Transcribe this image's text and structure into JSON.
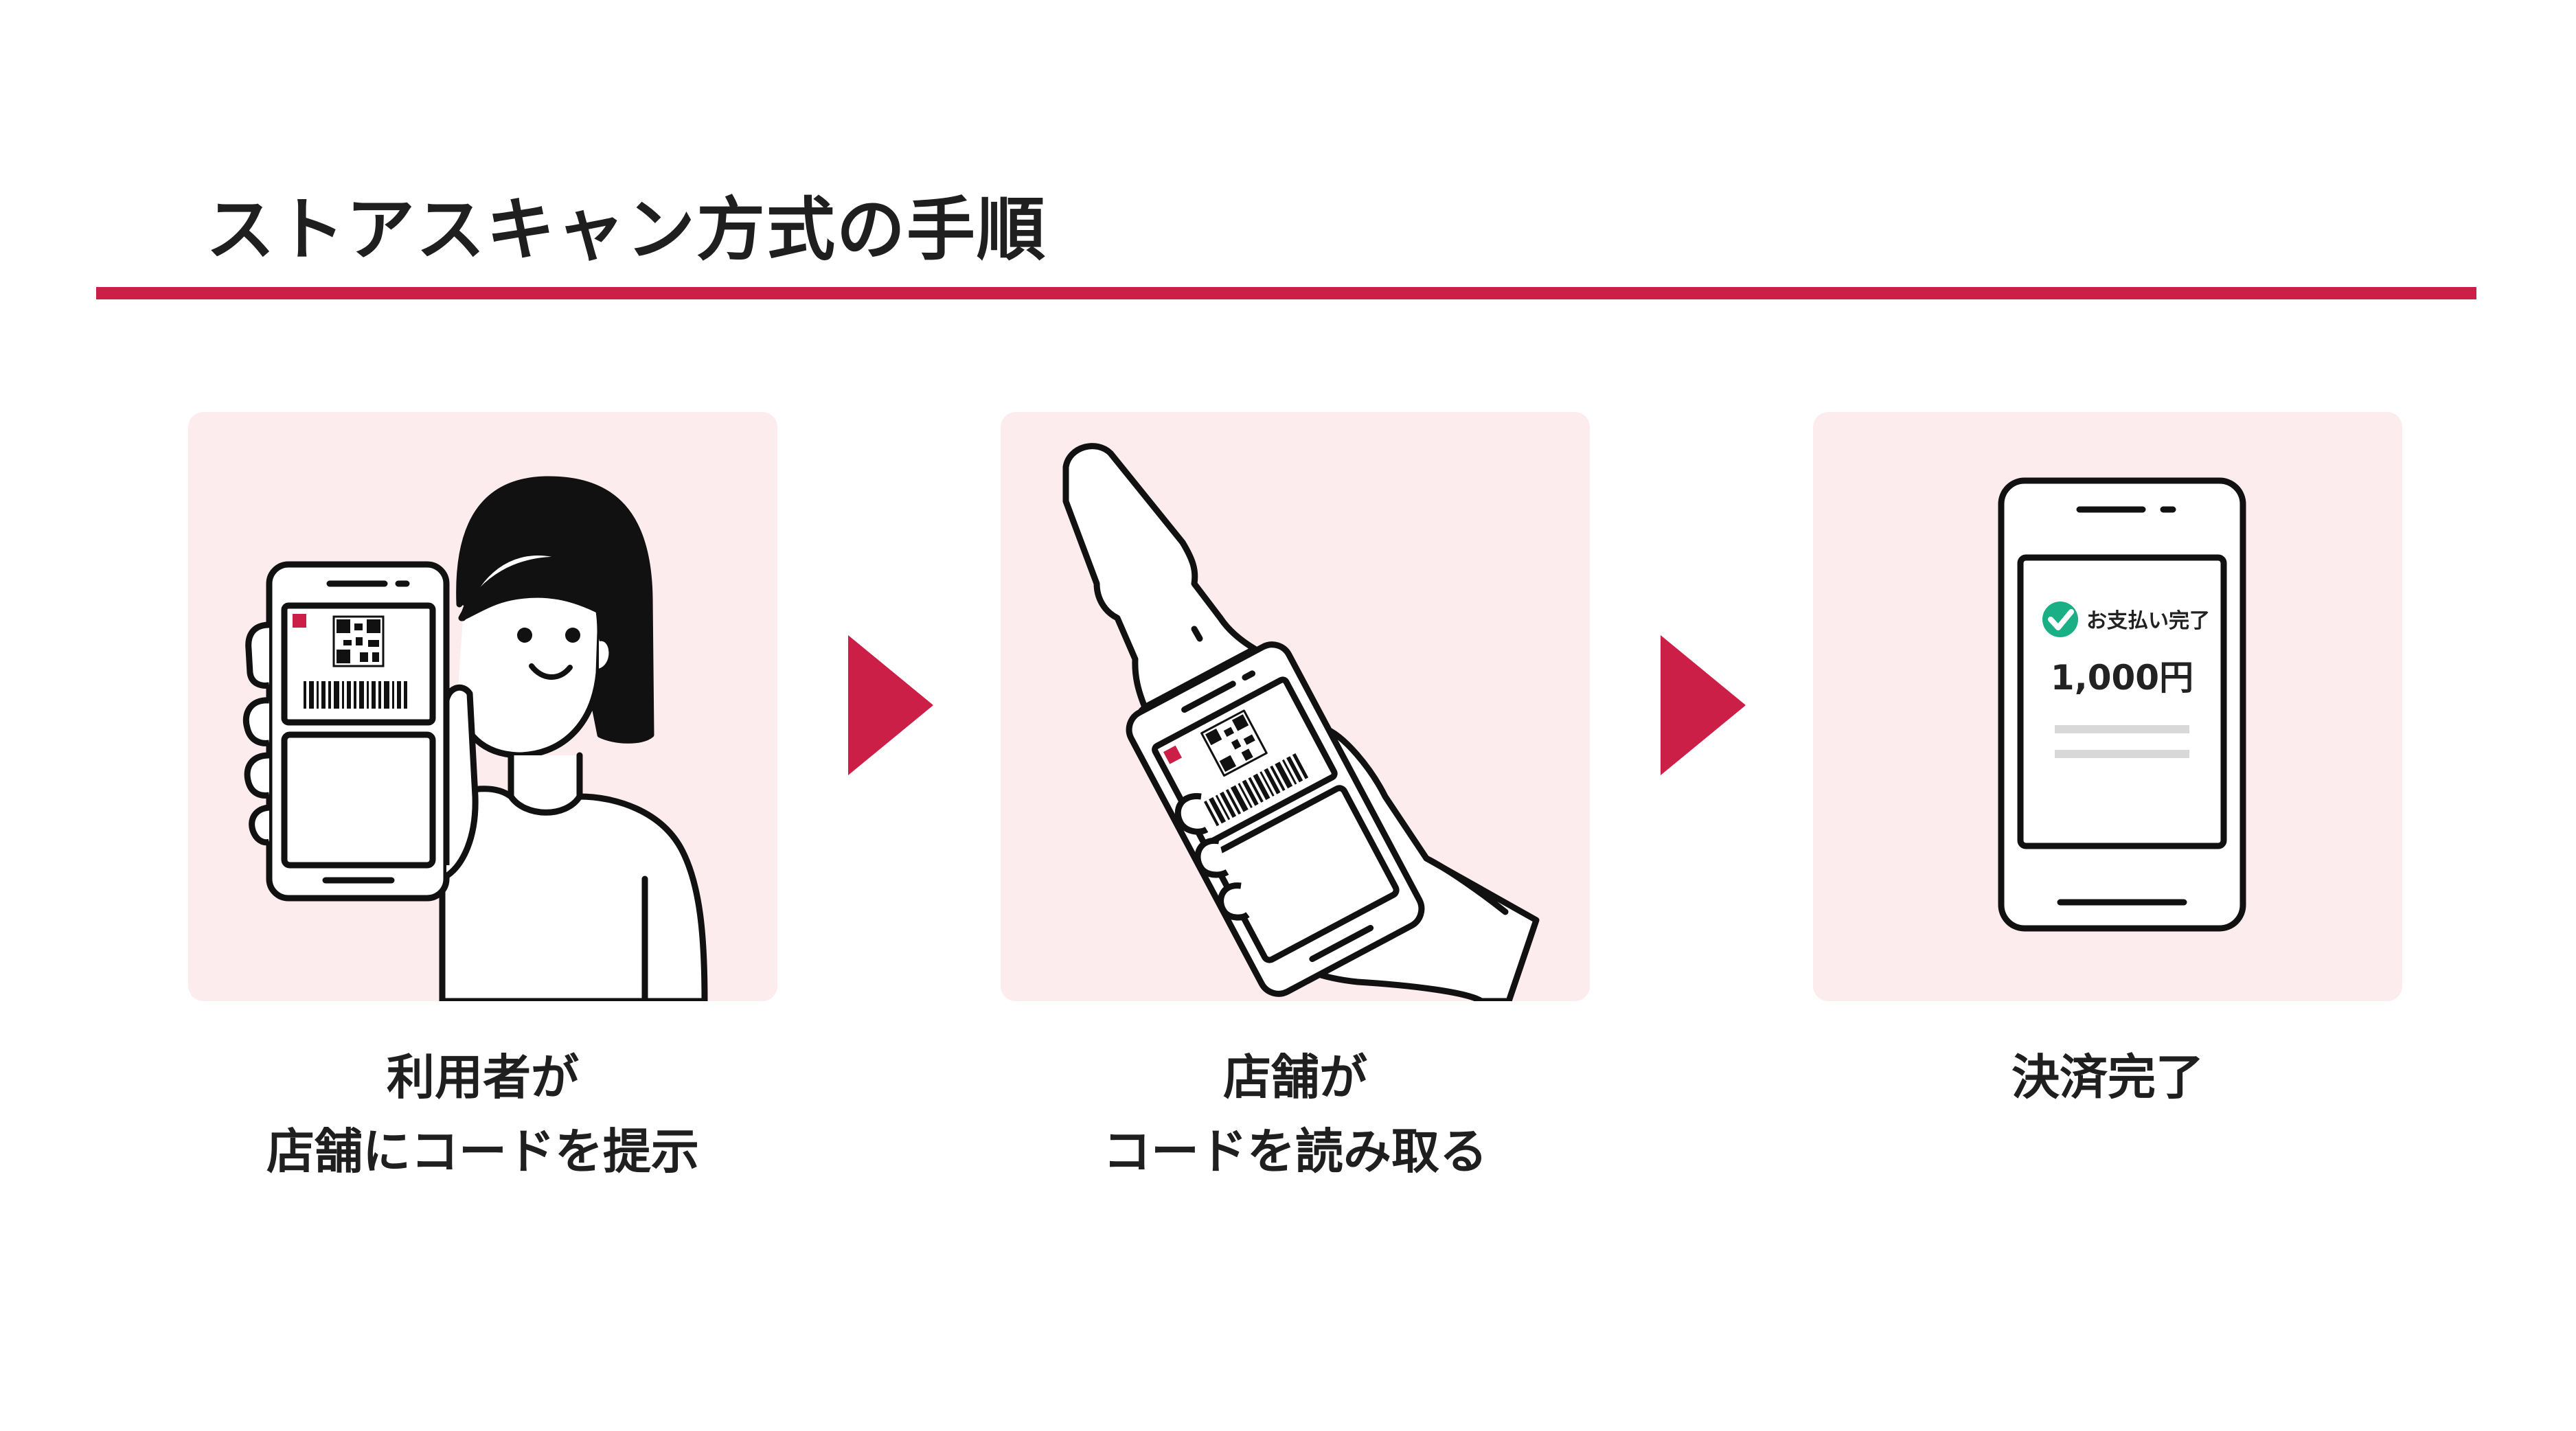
{
  "heading": {
    "title": "ストアスキャン方式の手順"
  },
  "colors": {
    "accent": "#cc1f48",
    "panel_bg": "#fdeced",
    "line": "#111111",
    "scanner_tip": "#f5e4a6",
    "check": "#1aaf85",
    "placeholder_line": "#d8d8d8"
  },
  "steps": [
    {
      "caption_line1": "利用者が",
      "caption_line2": "店舗にコードを提示"
    },
    {
      "caption_line1": "店舗が",
      "caption_line2": "コードを読み取る"
    },
    {
      "caption_line1": "決済完了",
      "screen_status": "お支払い完了",
      "screen_amount": "1,000円"
    }
  ]
}
